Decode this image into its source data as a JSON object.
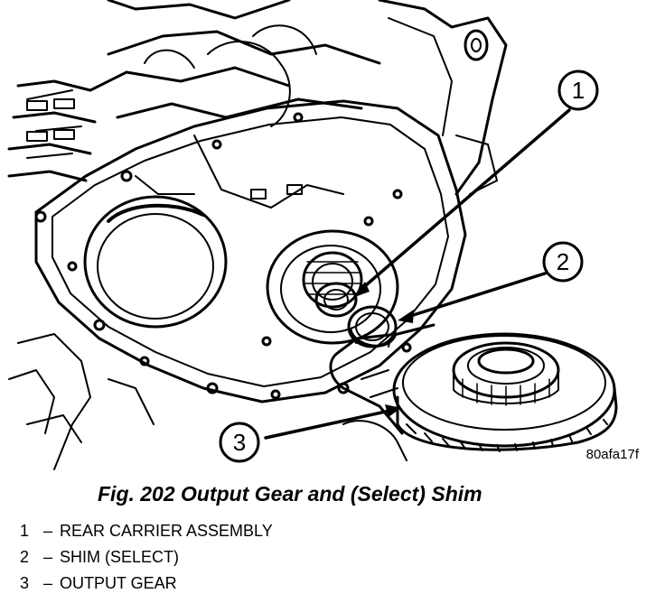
{
  "figure": {
    "code": "80afa17f",
    "caption": "Fig. 202 Output Gear and (Select) Shim"
  },
  "callouts": [
    {
      "number": "1"
    },
    {
      "number": "2"
    },
    {
      "number": "3"
    }
  ],
  "legend": [
    {
      "number": "1",
      "dash": "–",
      "label": "REAR CARRIER ASSEMBLY"
    },
    {
      "number": "2",
      "dash": "–",
      "label": "SHIM (SELECT)"
    },
    {
      "number": "3",
      "dash": "–",
      "label": "OUTPUT GEAR"
    }
  ]
}
